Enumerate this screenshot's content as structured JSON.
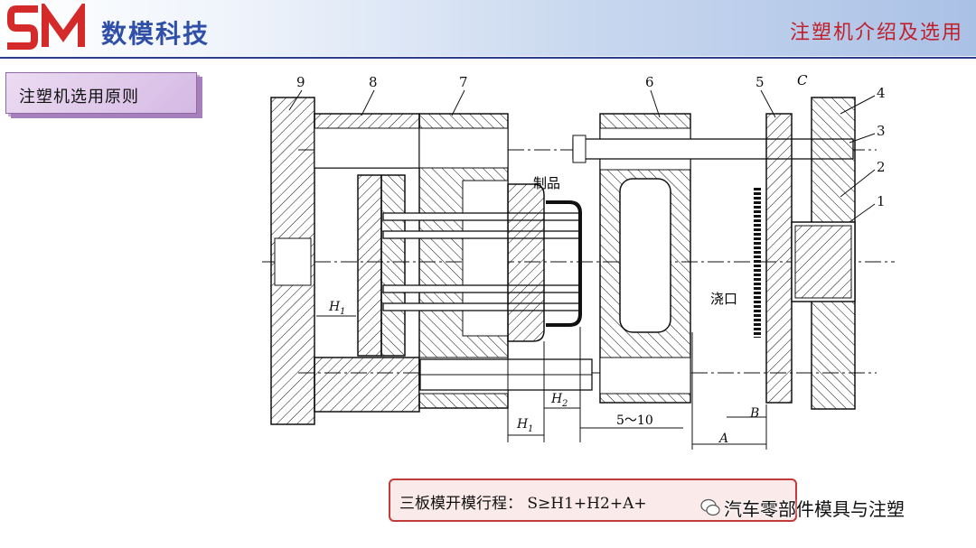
{
  "header": {
    "brand": "数模科技",
    "title": "注塑机介绍及选用"
  },
  "section": {
    "label": "注塑机选用原则"
  },
  "diagram": {
    "part_numbers": [
      "9",
      "8",
      "7",
      "6",
      "5",
      "4",
      "3",
      "2",
      "1"
    ],
    "label_C": "C",
    "label_product": "制品",
    "label_gate": "浇口",
    "label_H1_left": "H",
    "label_H1_left_sub": "1",
    "label_H1_bottom": "H",
    "label_H1_bottom_sub": "1",
    "label_H2": "H",
    "label_H2_sub": "2",
    "label_5_10": "5～10",
    "label_B": "B",
    "label_A": "A"
  },
  "formula": {
    "text": "三板模开模行程：  S≥H1+H2+A+"
  },
  "watermark": {
    "text": "汽车零部件模具与注塑"
  },
  "colors": {
    "brand_blue": "#2f4fa8",
    "title_red": "#c0202a",
    "logo_red": "#d42a2a",
    "section_purple": "#d5b9e4",
    "formula_border": "#c23b3b"
  }
}
